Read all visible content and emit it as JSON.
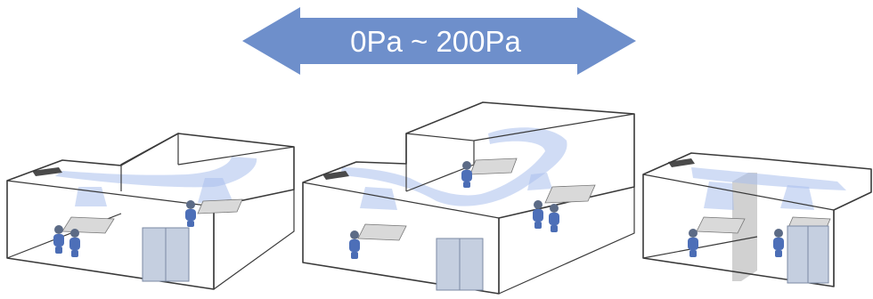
{
  "pressure_range": {
    "label": "0Pa ~ 200Pa",
    "arrow_color": "#6e8fcb",
    "text_color": "#ffffff"
  },
  "scenes": [
    {
      "id": "scene-l-shaped-office"
    },
    {
      "id": "scene-two-level-office"
    },
    {
      "id": "scene-partitioned-rooms"
    }
  ],
  "colors": {
    "airflow": "#a9c0ec",
    "duct": "#8fa8dc",
    "outline": "#3a3a3a",
    "door": "#c5cfe0",
    "people": "#4d6fb8"
  }
}
